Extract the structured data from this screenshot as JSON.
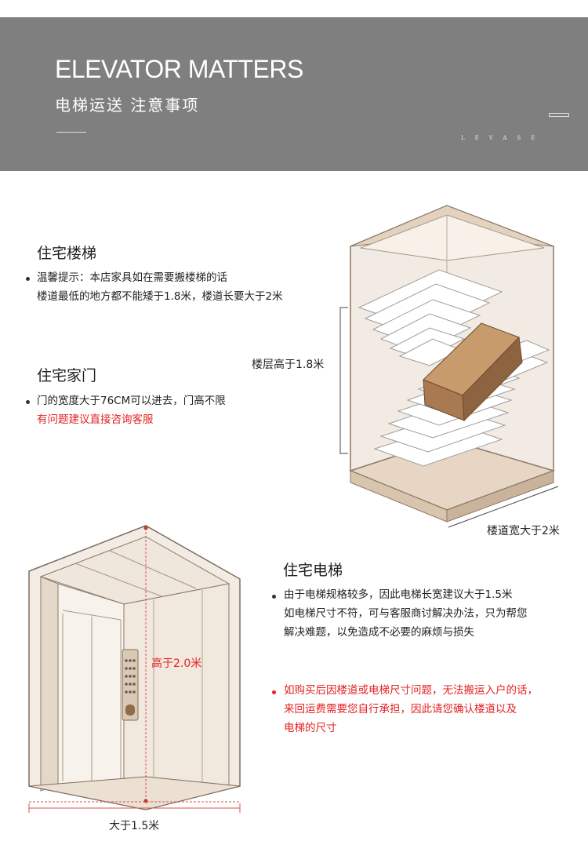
{
  "banner": {
    "title": "ELEVATOR MATTERS",
    "subtitle": "电梯运送 注意事项",
    "letters": "LEVASE"
  },
  "stairs_section": {
    "title": "住宅楼梯",
    "line1": "温馨提示：本店家具如在需要搬楼梯的话",
    "line2": "楼道最低的地方都不能矮于1.8米，楼道长要大于2米"
  },
  "door_section": {
    "title": "住宅家门",
    "line1": "门的宽度大于76CM可以进去，门高不限",
    "line2": "有问题建议直接咨询客服"
  },
  "stair_figure": {
    "height_label": "楼层高于1.8米",
    "width_label": "楼道宽大于2米"
  },
  "elevator_figure": {
    "height_label": "高于2.0米",
    "width_label": "大于1.5米"
  },
  "elevator_section": {
    "title": "住宅电梯",
    "line1": "由于电梯规格较多，因此电梯长宽建议大于1.5米",
    "line2": "如电梯尺寸不符，可与客服商讨解决办法，只为帮您",
    "line3": "解决难题，以免造成不必要的麻烦与损失"
  },
  "warning": {
    "line1": "如购买后因楼道或电梯尺寸问题，无法搬运入户的话，",
    "line2": "来回运费需要您自行承担，因此请您确认楼道以及",
    "line3": "电梯的尺寸"
  },
  "colors": {
    "banner_bg": "#7f7f7f",
    "accent_red": "#e32222",
    "wall_beige": "#efe6dc",
    "box_brown": "#a97a52"
  }
}
